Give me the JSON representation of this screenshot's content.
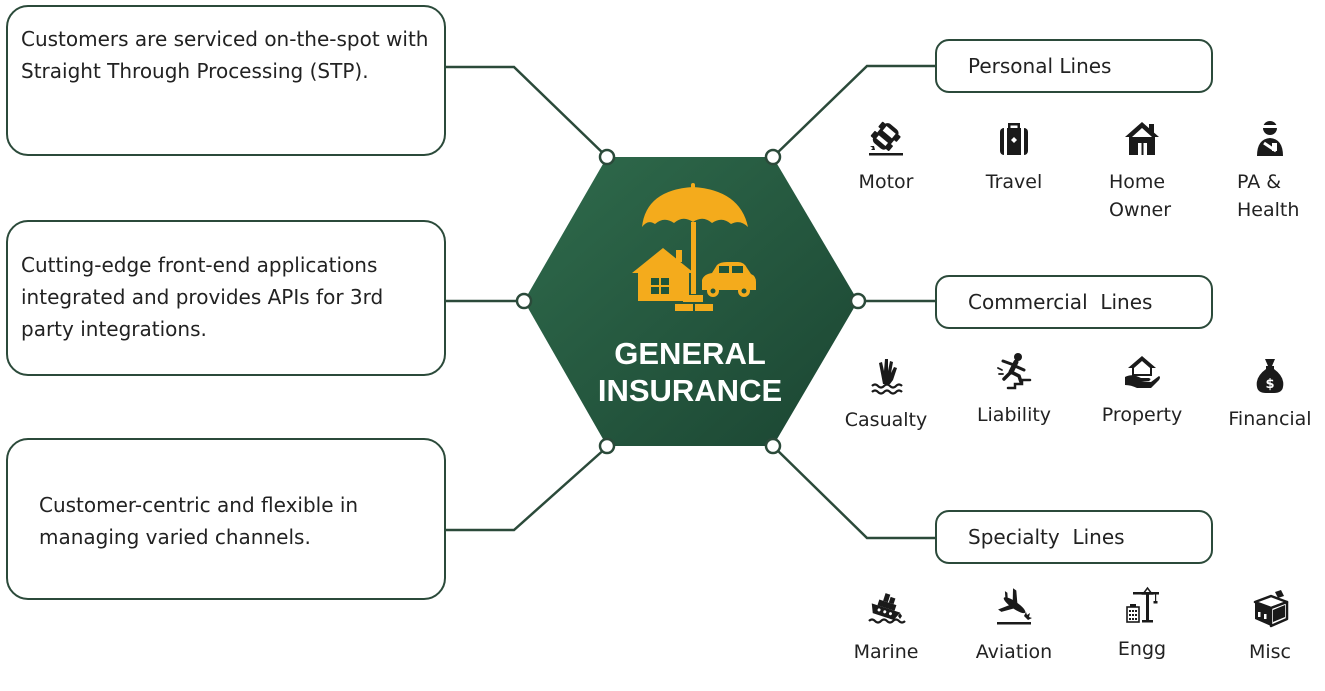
{
  "center": {
    "title_line1": "GENERAL",
    "title_line2": "INSURANCE",
    "icon": "umbrella-house-car-gold-icon"
  },
  "benefits": [
    {
      "text": "Customers are serviced on-the-spot with Straight Through Processing (STP)."
    },
    {
      "text": "Cutting-edge front-end applications integrated and provides APIs for 3rd party integrations."
    },
    {
      "text": "Customer-centric and flexible in managing varied channels."
    }
  ],
  "personal": {
    "title": "Personal Lines",
    "items": [
      {
        "label": "Motor",
        "icon": "car-crash-icon"
      },
      {
        "label": "Travel",
        "icon": "luggage-icon"
      },
      {
        "label": "Home\nOwner",
        "icon": "house-icon"
      },
      {
        "label": "PA &\nHealth",
        "icon": "injured-person-icon"
      }
    ]
  },
  "commercial": {
    "title": "Commercial  Lines",
    "items": [
      {
        "label": "Casualty",
        "icon": "drowning-hand-icon"
      },
      {
        "label": "Liability",
        "icon": "falling-person-icon"
      },
      {
        "label": "Property",
        "icon": "house-in-hand-icon"
      },
      {
        "label": "Financial",
        "icon": "money-bag-icon"
      }
    ]
  },
  "specialty": {
    "title": "Specialty  Lines",
    "items": [
      {
        "label": "Marine",
        "icon": "sinking-ship-icon"
      },
      {
        "label": "Aviation",
        "icon": "crashing-plane-icon"
      },
      {
        "label": "Engg",
        "icon": "construction-crane-icon"
      },
      {
        "label": "Misc",
        "icon": "misc-box-icon"
      }
    ]
  },
  "colors": {
    "hex_dark": "#1b4532",
    "hex_light": "#2f6b4c",
    "accent_gold": "#f4ab1c",
    "line": "#2b4a3a"
  }
}
